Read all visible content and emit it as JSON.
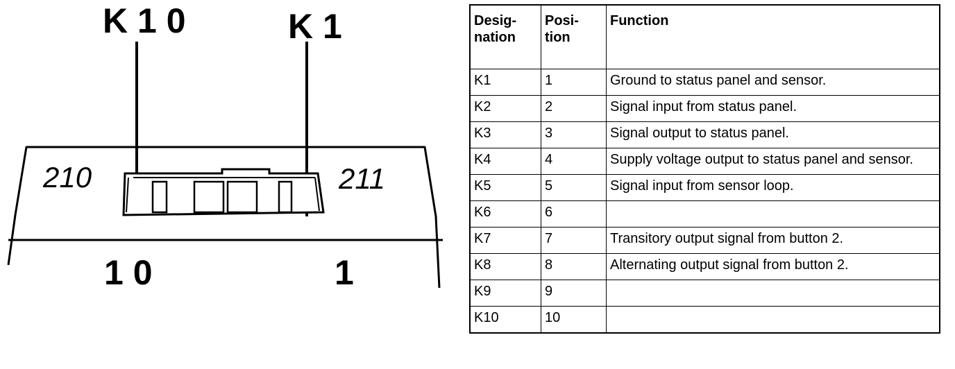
{
  "diagram": {
    "top_labels": {
      "k10": "K 1 0",
      "k1": "K 1"
    },
    "side_labels": {
      "left": "210",
      "right": "211"
    },
    "bottom_labels": {
      "left": "1 0",
      "right": "1"
    }
  },
  "table": {
    "headers": {
      "designation": "Desig-\nnation",
      "position": "Posi-\ntion",
      "function": "Function"
    },
    "rows": [
      {
        "designation": "K1",
        "position": "1",
        "function": "Ground to status panel and sensor."
      },
      {
        "designation": "K2",
        "position": "2",
        "function": "Signal input from status panel."
      },
      {
        "designation": "K3",
        "position": "3",
        "function": "Signal output to status panel."
      },
      {
        "designation": "K4",
        "position": "4",
        "function": "Supply voltage output to status panel and sensor."
      },
      {
        "designation": "K5",
        "position": "5",
        "function": "Signal input from sensor loop."
      },
      {
        "designation": "K6",
        "position": "6",
        "function": ""
      },
      {
        "designation": "K7",
        "position": "7",
        "function": "Transitory output signal from button 2."
      },
      {
        "designation": "K8",
        "position": "8",
        "function": "Alternating output signal from button 2."
      },
      {
        "designation": "K9",
        "position": "9",
        "function": ""
      },
      {
        "designation": "K10",
        "position": "10",
        "function": ""
      }
    ]
  }
}
